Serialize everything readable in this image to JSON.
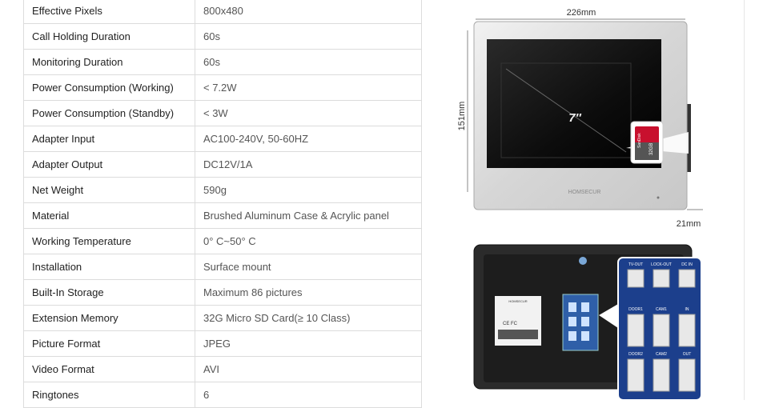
{
  "specs": [
    {
      "key": "Effective Pixels",
      "value": "800x480"
    },
    {
      "key": "Call Holding Duration",
      "value": "60s"
    },
    {
      "key": "Monitoring Duration",
      "value": "60s"
    },
    {
      "key": "Power Consumption (Working)",
      "value": "< 7.2W"
    },
    {
      "key": "Power Consumption (Standby)",
      "value": "< 3W"
    },
    {
      "key": "Adapter Input",
      "value": "AC100-240V, 50-60HZ"
    },
    {
      "key": "Adapter Output",
      "value": "DC12V/1A"
    },
    {
      "key": "Net Weight",
      "value": "590g"
    },
    {
      "key": "Material",
      "value": "Brushed Aluminum Case & Acrylic panel"
    },
    {
      "key": "Working Temperature",
      "value": "0° C~50° C"
    },
    {
      "key": "Installation",
      "value": "Surface mount"
    },
    {
      "key": "Built-In Storage",
      "value": "Maximum 86 pictures"
    },
    {
      "key": "Extension Memory",
      "value": "32G Micro SD Card(≥ 10 Class)"
    },
    {
      "key": "Picture Format",
      "value": "JPEG"
    },
    {
      "key": "Video Format",
      "value": "AVI"
    },
    {
      "key": "Ringtones",
      "value": "6"
    }
  ],
  "monitor": {
    "width_label": "226mm",
    "height_label": "151mm",
    "depth_label": "21mm",
    "screen_size": "7″",
    "brand": "HOMSECUR",
    "sd_brand": "SanDisk",
    "sd_capacity": "32GB"
  },
  "backplate": {
    "label_brand": "HOMSECUR",
    "label_cert": "CE FC",
    "ports": [
      {
        "name": "TV-OUT"
      },
      {
        "name": "LOCK-OUT"
      },
      {
        "name": "DC IN"
      },
      {
        "name": "DOOR1"
      },
      {
        "name": "CAM1"
      },
      {
        "name": "IN"
      },
      {
        "name": "DOOR2"
      },
      {
        "name": "CAM2"
      },
      {
        "name": "OUT"
      }
    ]
  },
  "colors": {
    "border": "#dcdcdc",
    "frame": "#d9d9d9",
    "screen": "#111111",
    "board": "#1c3f8c"
  }
}
